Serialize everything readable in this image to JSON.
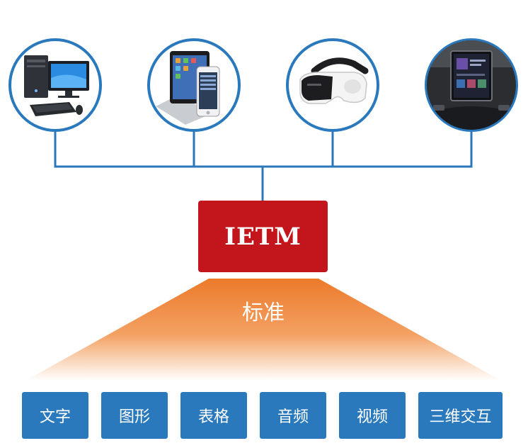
{
  "center": {
    "label": "IETM",
    "color": "#c3161c"
  },
  "standard": {
    "label": "标准",
    "gradient_top": "#ec7a2b",
    "gradient_bottom": "#ffffff"
  },
  "devices": [
    {
      "name": "desktop-computer-icon"
    },
    {
      "name": "tablet-phone-icon"
    },
    {
      "name": "vr-headset-icon"
    },
    {
      "name": "car-display-icon"
    }
  ],
  "media_types": [
    {
      "label": "文字"
    },
    {
      "label": "图形"
    },
    {
      "label": "表格"
    },
    {
      "label": "音频"
    },
    {
      "label": "视频"
    },
    {
      "label": "三维交互"
    }
  ],
  "colors": {
    "circle_border": "#2b79bd",
    "connector": "#2b79bd",
    "media_box": "#2b79bd"
  }
}
